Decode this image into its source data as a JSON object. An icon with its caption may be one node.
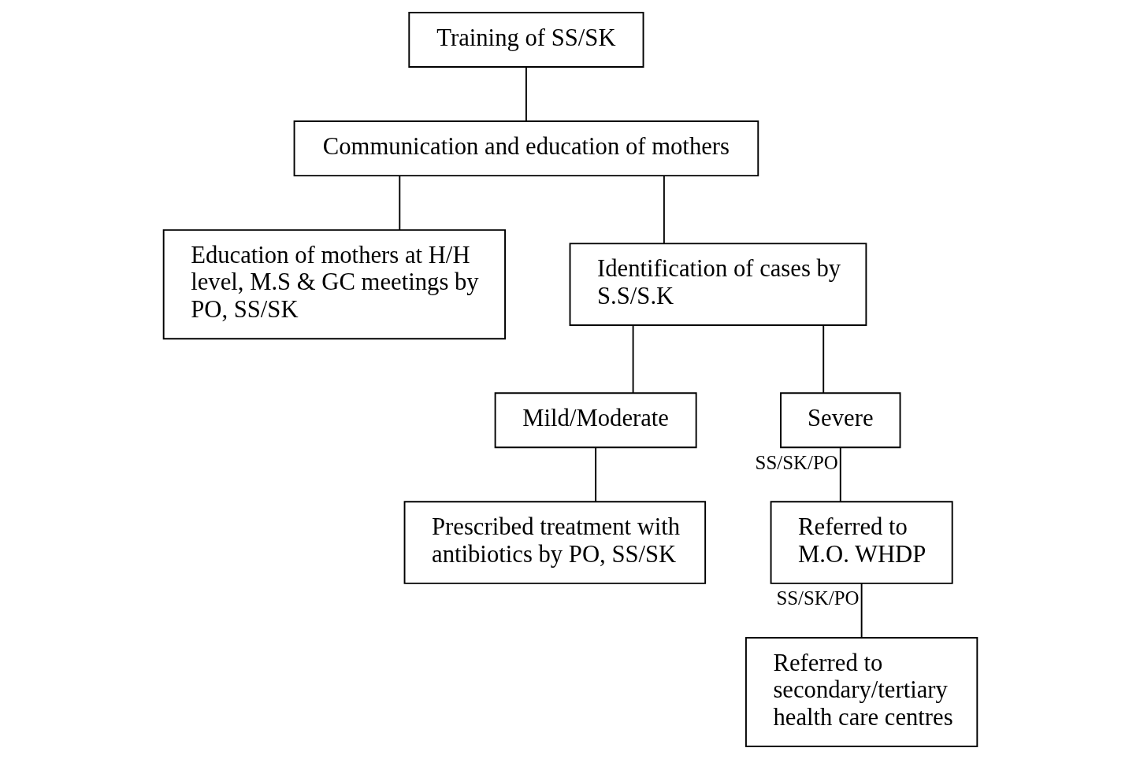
{
  "diagram": {
    "nodes": [
      {
        "text": [
          "Training of SS/SK"
        ]
      },
      {
        "text": [
          "Communication and education of mothers"
        ]
      },
      {
        "text": [
          "Education of mothers at H/H level, M.S & GC meetings by PO, SS/SK"
        ]
      },
      {
        "text": [
          "Identification of cases by S.S/S.K"
        ]
      },
      {
        "text": [
          "Mild/Moderate"
        ]
      },
      {
        "text": [
          "Severe"
        ]
      },
      {
        "text": [
          "Prescribed treatment with antibiotics by PO, SS/SK"
        ]
      },
      {
        "text": [
          "Referred to M.O. WHDP"
        ]
      },
      {
        "text": [
          "Referred to secondary/tertiary health care centres"
        ]
      }
    ],
    "edges": [
      {
        "from": 0,
        "to": 1,
        "arrow": "none"
      },
      {
        "from": 1,
        "to": 2,
        "arrow": "none"
      },
      {
        "from": 1,
        "to": 3,
        "arrow": "none"
      },
      {
        "from": 3,
        "to": 4,
        "arrow": "none"
      },
      {
        "from": 3,
        "to": 5,
        "arrow": "none"
      },
      {
        "from": 4,
        "to": 6,
        "arrow": "none"
      },
      {
        "from": 5,
        "to": 7,
        "arrow": "none",
        "label": "SS/SK/PO"
      },
      {
        "from": 7,
        "to": 8,
        "arrow": "none",
        "label": "SS/SK/PO"
      }
    ]
  }
}
